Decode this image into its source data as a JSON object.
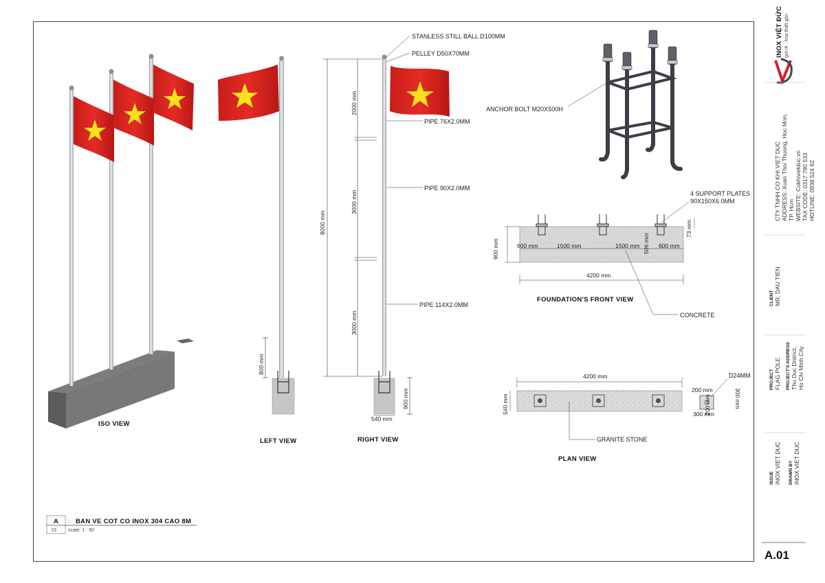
{
  "views": {
    "iso": "ISO VIEW",
    "left": "LEFT VIEW",
    "right": "RIGHT VIEW",
    "foundation_front": "FOUNDATION'S FRONT VIEW",
    "plan": "PLAN VIEW"
  },
  "callouts": {
    "ball": "STANLESS STILL BALL D100MM",
    "pulley": "PELLEY D50X70MM",
    "pipe_top": "PIPE 76X2.0MM",
    "pipe_mid": "PIPE 90X2.0MM",
    "pipe_bot": "PIPE 114X2.0MM",
    "anchor_bolt": "ANCHOR BOLT M20X500H",
    "support_plates_1": "4 SUPPORT PLATES",
    "support_plates_2": "90X150X6.0MM",
    "concrete": "CONCRETE",
    "granite": "GRANITE STONE",
    "d24": "D24MM"
  },
  "dimensions": {
    "seg_top": "2000 mm",
    "seg_mid": "3000 mm",
    "seg_bot": "3000 mm",
    "total_height": "8000 mm",
    "left_base": "800 mm",
    "right_base_h": "900 mm",
    "right_base_w": "540 mm",
    "front_h": "900 mm",
    "front_600a": "600 mm",
    "front_1500a": "1500 mm",
    "front_1500b": "1500 mm",
    "front_600b": "600 mm",
    "front_506": "506 mm",
    "front_73": "73 mm",
    "front_w": "4200 mm",
    "plan_w": "4200 mm",
    "plan_h": "540 mm",
    "plate_200a": "200 mm",
    "plate_300a": "300 mm",
    "plate_200b": "200 mm",
    "plate_300b": "300 mm"
  },
  "title_block": {
    "company": "CTY TNHH CO KHI VIET DUC",
    "address_1": "ADDRESS: Xuan Thoi Thuong, Hoc Mon,",
    "address_2": "TP. Hcm",
    "website": "WEBSITE: Cokhivietduc.vn",
    "tax": "TAX CODE: 0317 790 533",
    "hotline": "HOTLINE: 0938 524 62",
    "logo_brand": "INOX VIỆT ĐỨC",
    "logo_tagline": "giá rẻ · hoa thiết gán",
    "client_label": "CLIENT",
    "client": "MR. DAU TIEN",
    "project_label": "PROJECT",
    "project": "FLAG POLE",
    "project_address_label": "PROJECT'S ADDRESS",
    "project_address_1": "Thu Duc District,",
    "project_address_2": "Ho Chi Minh City",
    "issue_label": "ISSUE",
    "issue": "INOX VIET DUC",
    "drawn_label": "DRAWN BY",
    "drawn": "INOX VIET DUC",
    "sheet_no": "A.01"
  },
  "drawing_label": {
    "letter": "A",
    "sep": "::",
    "title": "BAN VE COT CO INOX 304 CAO 8M",
    "number": "01",
    "scale": "scale: 1 : 50"
  },
  "colors": {
    "flag_red": "#d8231f",
    "flag_star": "#f6e21b",
    "steel": "#c9cdd1",
    "bolt": "#3b3f45",
    "concrete": "#d4d5d6",
    "iso_block": "#6e6f70"
  }
}
